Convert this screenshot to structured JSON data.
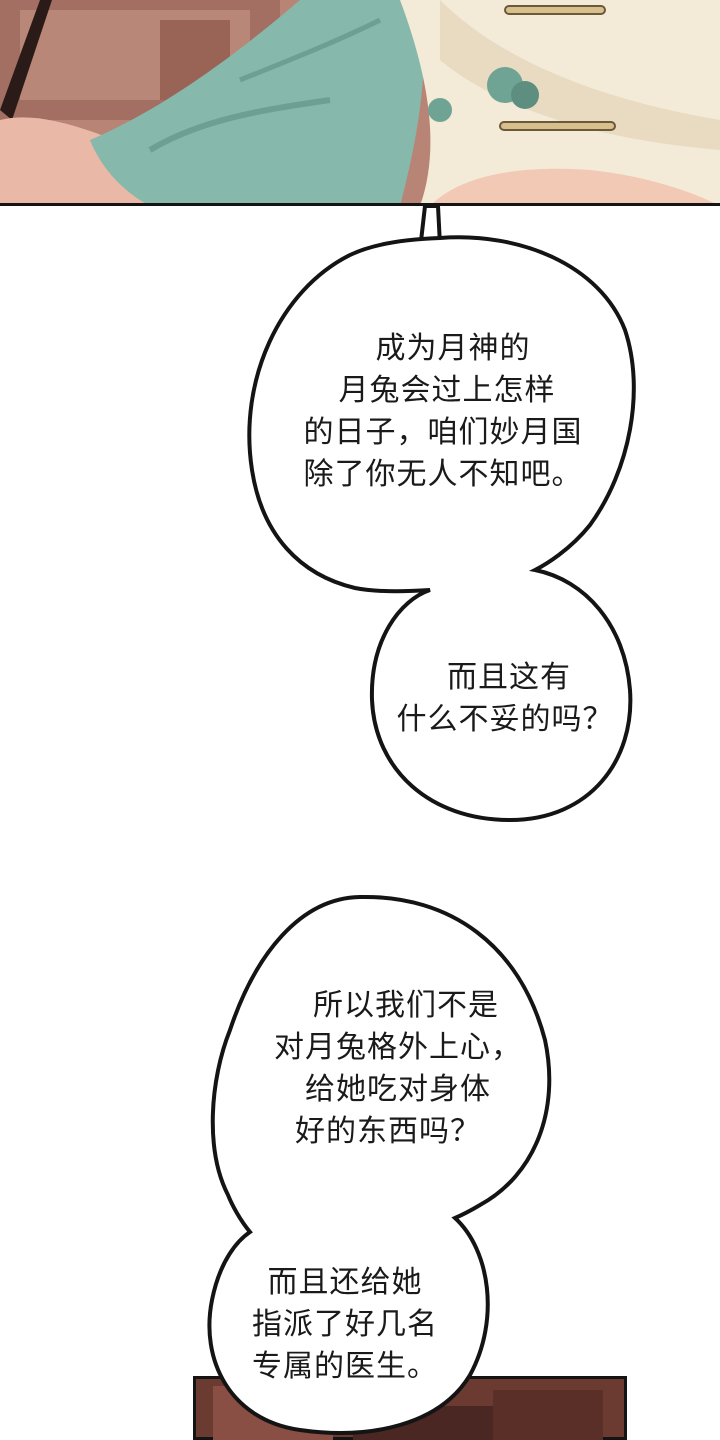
{
  "bubbles": {
    "bubble1": {
      "lines": [
        "成为月神的",
        "月兔会过上怎样",
        "的日子，咱们妙月国",
        "除了你无人不知吧。"
      ]
    },
    "bubble2": {
      "lines": [
        "而且这有",
        "什么不妥的吗？"
      ]
    },
    "bubble3": {
      "lines": [
        "所以我们不是",
        "对月兔格外上心，",
        "给她吃对身体",
        "好的东西吗？"
      ]
    },
    "bubble4": {
      "lines": [
        "而且还给她",
        "指派了好几名",
        "专属的医生。"
      ]
    }
  },
  "colors": {
    "ink": "#141414",
    "panel_bg": "#b98a7e",
    "robe_teal": "#7fb3a6",
    "cloth_cream": "#f1e8d6",
    "wood_brown": "#6b3b32"
  }
}
